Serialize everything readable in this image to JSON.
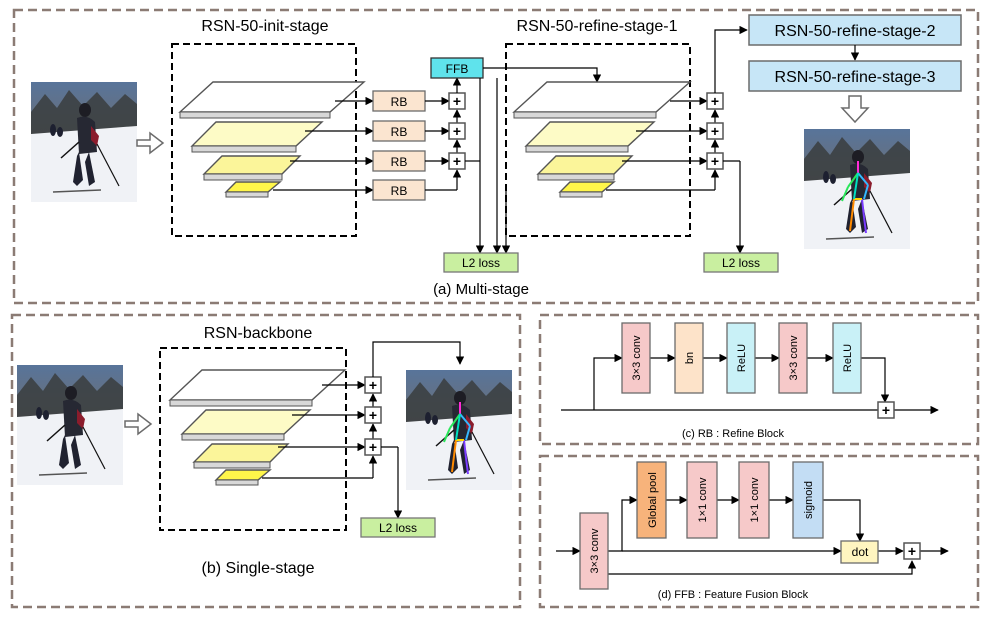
{
  "multi_stage": {
    "init_title": "RSN-50-init-stage",
    "refine1_title": "RSN-50-refine-stage-1",
    "refine2_title": "RSN-50-refine-stage-2",
    "refine3_title": "RSN-50-refine-stage-3",
    "ffb_label": "FFB",
    "rb_label": "RB",
    "plus": "+",
    "loss_label": "L2 loss",
    "caption": "(a) Multi-stage"
  },
  "single_stage": {
    "backbone_title": "RSN-backbone",
    "plus": "+",
    "loss_label": "L2 loss",
    "caption": "(b) Single-stage"
  },
  "refine_block": {
    "ops": [
      "3×3 conv",
      "bn",
      "ReLU",
      "3×3 conv",
      "ReLU"
    ],
    "plus": "+",
    "caption": "(c) RB : Refine Block"
  },
  "ffb_block": {
    "conv_label": "3×3 conv",
    "ops": [
      "Global pool",
      "1×1 conv",
      "1×1 conv",
      "sigmoid"
    ],
    "dot_label": "dot",
    "plus": "+",
    "caption": "(d) FFB : Feature Fusion Block"
  },
  "colors": {
    "panel_border": "#8b7b74",
    "layer_white": "#ffffff",
    "layer_pale": "#fdfbc6",
    "layer_light": "#fbf59a",
    "layer_yellow": "#fff64a",
    "rb_fill": "#fbe5d0",
    "ffb_fill": "#5fe3ec",
    "stage_fill": "#c7e6f7",
    "loss_fill": "#c9efa0",
    "conv_fill": "#f6c9c9",
    "bn_fill": "#fde3c9",
    "relu_fill": "#c9f1f7",
    "pool_fill": "#f7b37b",
    "sigmoid_fill": "#c3ddf4",
    "dot_fill": "#fff5c0"
  }
}
